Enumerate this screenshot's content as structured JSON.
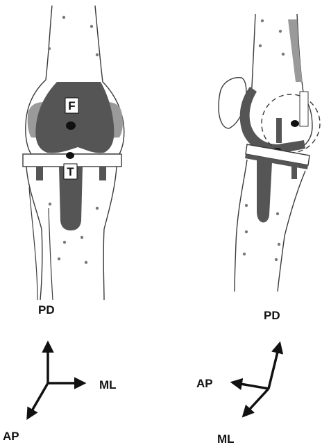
{
  "colors": {
    "outline": "#3a3a3a",
    "bone_fill": "#ffffff",
    "implant_dark": "#555555",
    "implant_light": "#9a9a9a",
    "marker_dot": "#7a7a7a",
    "joint_center": "#111111",
    "arrow": "#111111"
  },
  "anterior_view": {
    "femur_label": "F",
    "tibia_label": "T"
  },
  "lateral_view": {},
  "axes_left": {
    "vertical_label": "PD",
    "horizontal_label": "ML",
    "diagonal_label": "AP"
  },
  "axes_right": {
    "vertical_label": "PD",
    "horizontal_label": "AP",
    "diagonal_label": "ML"
  }
}
